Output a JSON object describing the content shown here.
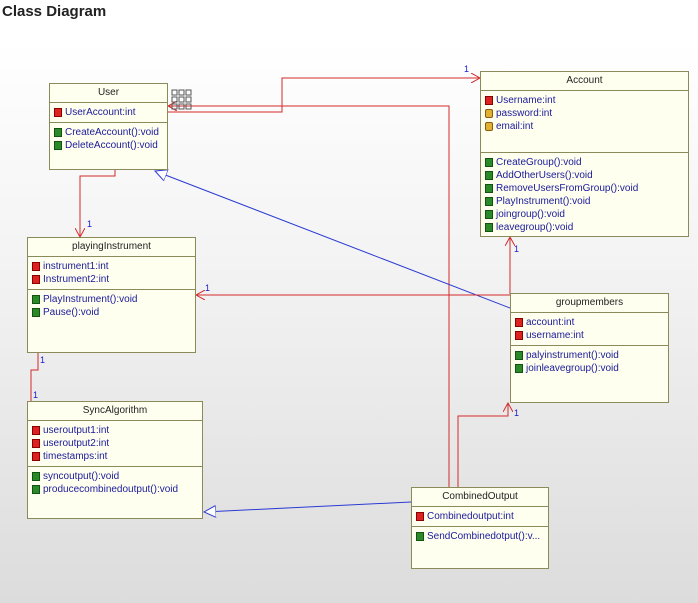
{
  "title": "Class Diagram",
  "classes": {
    "user": {
      "name": "User",
      "attributes": [
        {
          "text": "UserAccount:int",
          "icon": "private-attribute-icon"
        }
      ],
      "operations": [
        {
          "text": "CreateAccount():void"
        },
        {
          "text": "DeleteAccount():void"
        }
      ]
    },
    "account": {
      "name": "Account",
      "attributes": [
        {
          "text": "Username:int",
          "icon": "private-attribute-icon"
        },
        {
          "text": "password:int",
          "icon": "protected-attribute-icon"
        },
        {
          "text": "email:int",
          "icon": "protected-attribute-icon"
        }
      ],
      "operations": [
        {
          "text": "CreateGroup():void"
        },
        {
          "text": "AddOtherUsers():void"
        },
        {
          "text": "RemoveUsersFromGroup():void"
        },
        {
          "text": "PlayInstrument():void"
        },
        {
          "text": "joingroup():void"
        },
        {
          "text": "leavegroup():void"
        }
      ]
    },
    "playing": {
      "name": "playingInstrument",
      "attributes": [
        {
          "text": "instrument1:int",
          "icon": "private-attribute-icon"
        },
        {
          "text": "Instrument2:int",
          "icon": "private-attribute-icon"
        }
      ],
      "operations": [
        {
          "text": "PlayInstrument():void"
        },
        {
          "text": "Pause():void"
        }
      ]
    },
    "group": {
      "name": "groupmembers",
      "attributes": [
        {
          "text": "account:int",
          "icon": "private-attribute-icon"
        },
        {
          "text": "username:int",
          "icon": "private-attribute-icon"
        }
      ],
      "operations": [
        {
          "text": "palyinstrument():void"
        },
        {
          "text": "joinleavegroup():void"
        }
      ]
    },
    "sync": {
      "name": "SyncAlgorithm",
      "attributes": [
        {
          "text": "useroutput1:int",
          "icon": "private-attribute-icon"
        },
        {
          "text": "useroutput2:int",
          "icon": "private-attribute-icon"
        },
        {
          "text": "timestamps:int",
          "icon": "private-attribute-icon"
        }
      ],
      "operations": [
        {
          "text": "syncoutput():void"
        },
        {
          "text": "producecombinedoutput():void"
        }
      ]
    },
    "combined": {
      "name": "CombinedOutput",
      "attributes": [
        {
          "text": "Combinedoutput:int",
          "icon": "private-attribute-icon"
        }
      ],
      "operations": [
        {
          "text": "SendCombinedotput():v..."
        }
      ]
    }
  },
  "multiplicities": {
    "user_account": "1",
    "user_playing": "1",
    "group_playing": "1",
    "playing_sync_top": "1",
    "playing_sync_bottom": "1",
    "group_account": "1",
    "combined_group": "1"
  },
  "colors": {
    "association": "#d42a2a",
    "generalization": "#2a3ad4",
    "class_fill": "#fffff0"
  }
}
